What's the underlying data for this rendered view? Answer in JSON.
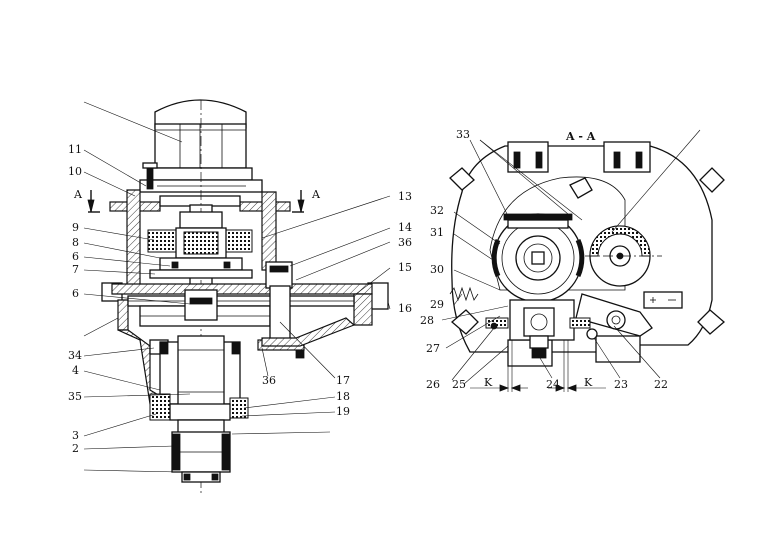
{
  "section": {
    "title": "A - A",
    "arrow_label": "A"
  },
  "dimension_label": "K",
  "left_labels": [
    {
      "id": "11",
      "text": "11"
    },
    {
      "id": "10",
      "text": "10"
    },
    {
      "id": "9",
      "text": "9"
    },
    {
      "id": "8",
      "text": "8"
    },
    {
      "id": "6a",
      "text": "6"
    },
    {
      "id": "7",
      "text": "7"
    },
    {
      "id": "6b",
      "text": "6"
    },
    {
      "id": "34",
      "text": "34"
    },
    {
      "id": "4",
      "text": "4"
    },
    {
      "id": "35",
      "text": "35"
    },
    {
      "id": "3",
      "text": "3"
    },
    {
      "id": "2",
      "text": "2"
    }
  ],
  "mid_labels": [
    {
      "id": "13",
      "text": "13"
    },
    {
      "id": "14",
      "text": "14"
    },
    {
      "id": "36a",
      "text": "36"
    },
    {
      "id": "15",
      "text": "15"
    },
    {
      "id": "16",
      "text": "16"
    },
    {
      "id": "17",
      "text": "17"
    },
    {
      "id": "36b",
      "text": "36"
    },
    {
      "id": "18",
      "text": "18"
    },
    {
      "id": "19",
      "text": "19"
    }
  ],
  "right_labels": [
    {
      "id": "33",
      "text": "33"
    },
    {
      "id": "32",
      "text": "32"
    },
    {
      "id": "31",
      "text": "31"
    },
    {
      "id": "30",
      "text": "30"
    },
    {
      "id": "29",
      "text": "29"
    },
    {
      "id": "28",
      "text": "28"
    },
    {
      "id": "27",
      "text": "27"
    },
    {
      "id": "26",
      "text": "26"
    },
    {
      "id": "25",
      "text": "25"
    },
    {
      "id": "24",
      "text": "24"
    },
    {
      "id": "23",
      "text": "23"
    },
    {
      "id": "22",
      "text": "22"
    }
  ]
}
